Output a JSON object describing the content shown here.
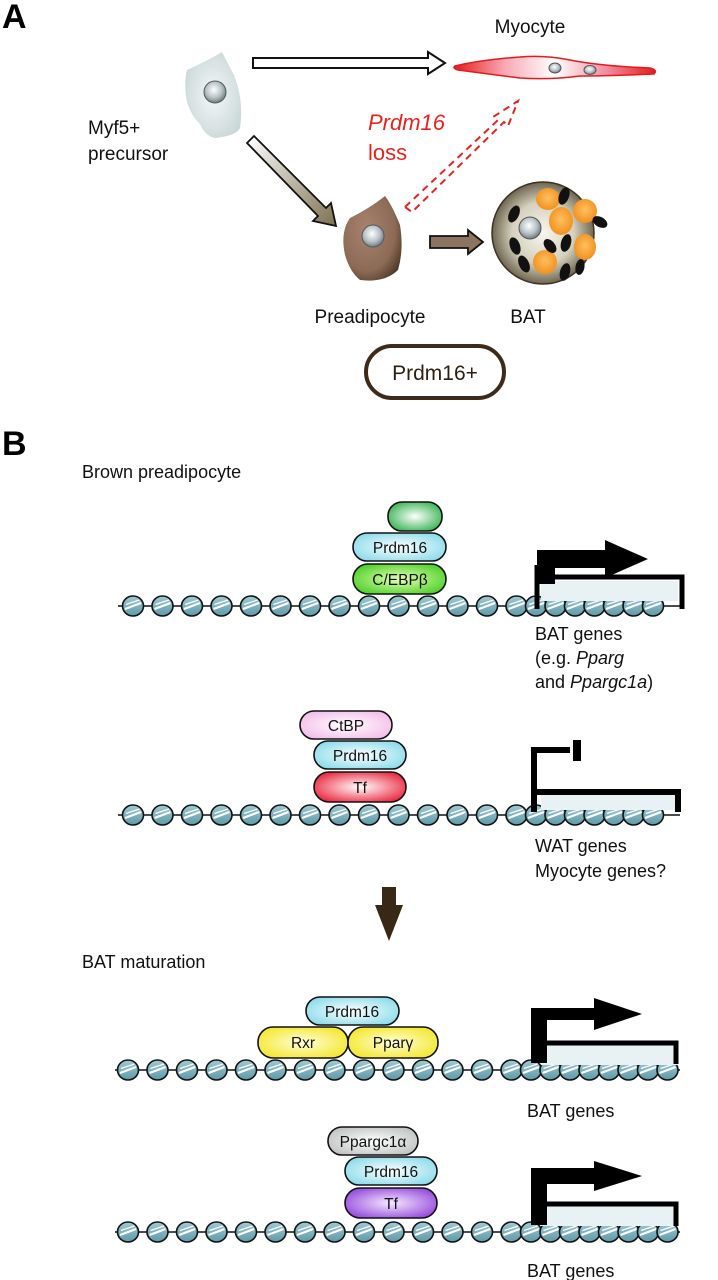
{
  "panel_a": {
    "label": "A",
    "precursor_label_1": "Myf5+",
    "precursor_label_2": "precursor",
    "myocyte_label": "Myocyte",
    "loss_label_1": "Prdm16",
    "loss_label_2": "loss",
    "preadipocyte_label": "Preadipocyte",
    "bat_label": "BAT",
    "marker_badge": "Prdm16+",
    "colors": {
      "loss": "#e8231f",
      "marker_border": "#3d2a18",
      "preadipocyte": "#9b7560"
    }
  },
  "panel_b": {
    "label": "B",
    "stage_1": "Brown preadipocyte",
    "stage_2": "BAT maturation",
    "rows": [
      {
        "proteins": [
          "",
          "Prdm16",
          "C/EBPβ"
        ],
        "gene_state": "active",
        "gene_label_lines": [
          "BAT genes",
          "(e.g. Pparg",
          "and Ppargc1a)"
        ]
      },
      {
        "proteins": [
          "CtBP",
          "Prdm16",
          "Tf"
        ],
        "gene_state": "repressed",
        "gene_label_lines": [
          "WAT genes",
          "Myocyte genes?"
        ]
      },
      {
        "proteins": [
          "Prdm16",
          "Rxr",
          "Pparγ"
        ],
        "gene_state": "active",
        "gene_label_lines": [
          "BAT genes"
        ]
      },
      {
        "proteins": [
          "Ppargc1α",
          "Prdm16",
          "Tf"
        ],
        "gene_state": "active",
        "gene_label_lines": [
          "BAT genes"
        ]
      }
    ],
    "gene_italic": {
      "pparg": "Pparg",
      "ppargc1a": "Ppargc1a",
      "eg_prefix": "(e.g. ",
      "and_prefix": "and ",
      "close": ")"
    }
  }
}
